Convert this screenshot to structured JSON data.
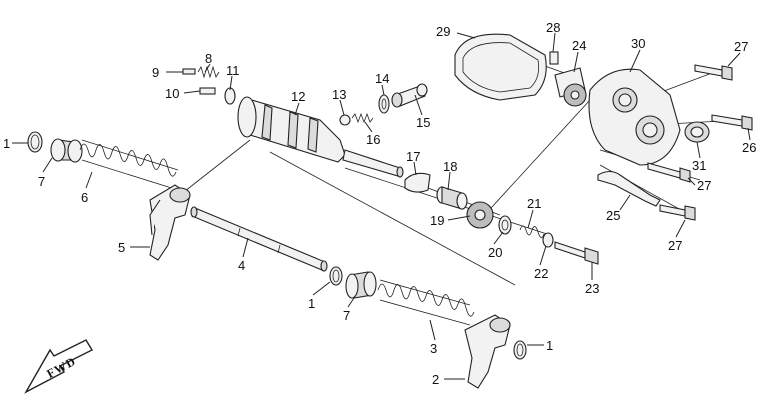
{
  "callouts": {
    "c1a": "1",
    "c7a": "7",
    "c6": "6",
    "c5": "5",
    "c4": "4",
    "c1b": "1",
    "c7b": "7",
    "c3": "3",
    "c2": "2",
    "c1c": "1",
    "c9": "9",
    "c8": "8",
    "c10": "10",
    "c11": "11",
    "c12": "12",
    "c13": "13",
    "c14": "14",
    "c15": "15",
    "c16": "16",
    "c17": "17",
    "c18": "18",
    "c19": "19",
    "c20": "20",
    "c21": "21",
    "c22": "22",
    "c23": "23",
    "c29": "29",
    "c28": "28",
    "c24": "24",
    "c30": "30",
    "c27a": "27",
    "c26": "26",
    "c31": "31",
    "c27b": "27",
    "c25": "25",
    "c27c": "27"
  },
  "fwd_label": "FWD"
}
